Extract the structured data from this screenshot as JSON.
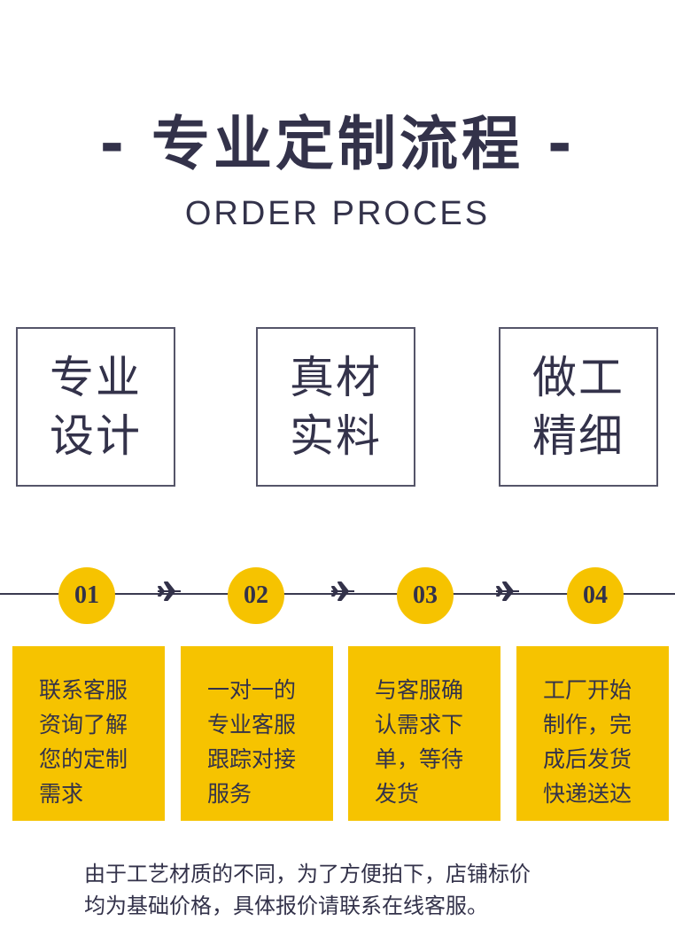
{
  "header": {
    "title": "- 专业定制流程 -",
    "subtitle": "ORDER PROCES"
  },
  "features": [
    {
      "line1": "专业",
      "line2": "设计"
    },
    {
      "line1": "真材",
      "line2": "实料"
    },
    {
      "line1": "做工",
      "line2": "精细"
    }
  ],
  "steps": [
    {
      "number": "01",
      "lines": [
        "联系客服",
        "资询了解",
        "您的定制",
        "需求"
      ]
    },
    {
      "number": "02",
      "lines": [
        "一对一的",
        "专业客服",
        "跟踪对接",
        "服务"
      ]
    },
    {
      "number": "03",
      "lines": [
        "与客服确",
        "认需求下",
        "单，等待",
        "发货"
      ]
    },
    {
      "number": "04",
      "lines": [
        "工厂开始",
        "制作，完",
        "成后发货",
        "快递送达"
      ]
    }
  ],
  "connector_icon": "airplane-icon",
  "note": {
    "line1": "由于工艺材质的不同，为了方便拍下，店铺标价",
    "line2": "均为基础价格，具体报价请联系在线客服。"
  },
  "colors": {
    "accent": "#f6c300",
    "text": "#33324a"
  }
}
